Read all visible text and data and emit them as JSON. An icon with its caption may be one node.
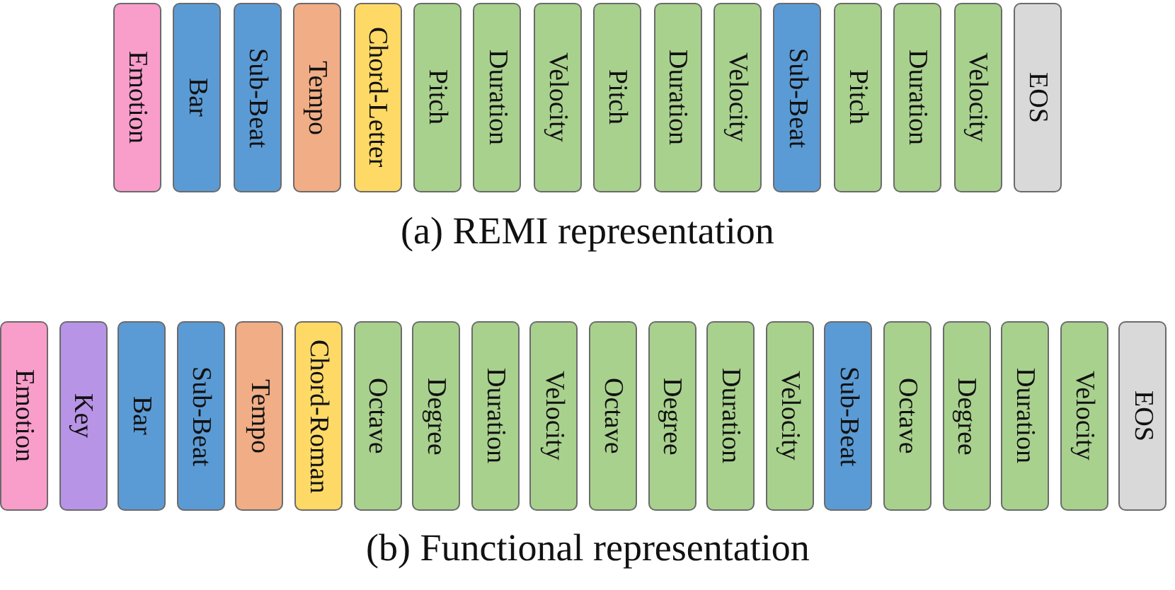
{
  "diagram": {
    "nodes": [
      {
        "text": [
          "Emotion"
        ]
      },
      {
        "text": [
          "Bar"
        ]
      },
      {
        "text": [
          "Sub-Beat"
        ]
      },
      {
        "text": [
          "Tempo"
        ]
      },
      {
        "text": [
          "Chord-Letter"
        ]
      },
      {
        "text": [
          "Pitch"
        ]
      },
      {
        "text": [
          "Duration"
        ]
      },
      {
        "text": [
          "Velocity"
        ]
      },
      {
        "text": [
          "Pitch"
        ]
      },
      {
        "text": [
          "Duration"
        ]
      },
      {
        "text": [
          "Velocity"
        ]
      },
      {
        "text": [
          "Sub-Beat"
        ]
      },
      {
        "text": [
          "Pitch"
        ]
      },
      {
        "text": [
          "Duration"
        ]
      },
      {
        "text": [
          "Velocity"
        ]
      },
      {
        "text": [
          "EOS"
        ]
      },
      {
        "text": [
          "Emotion"
        ]
      },
      {
        "text": [
          "Key"
        ]
      },
      {
        "text": [
          "Bar"
        ]
      },
      {
        "text": [
          "Sub-Beat"
        ]
      },
      {
        "text": [
          "Tempo"
        ]
      },
      {
        "text": [
          "Chord-Roman"
        ]
      },
      {
        "text": [
          "Octave"
        ]
      },
      {
        "text": [
          "Degree"
        ]
      },
      {
        "text": [
          "Duration"
        ]
      },
      {
        "text": [
          "Velocity"
        ]
      },
      {
        "text": [
          "Octave"
        ]
      },
      {
        "text": [
          "Degree"
        ]
      },
      {
        "text": [
          "Duration"
        ]
      },
      {
        "text": [
          "Velocity"
        ]
      },
      {
        "text": [
          "Sub-Beat"
        ]
      },
      {
        "text": [
          "Octave"
        ]
      },
      {
        "text": [
          "Degree"
        ]
      },
      {
        "text": [
          "Duration"
        ]
      },
      {
        "text": [
          "Velocity"
        ]
      },
      {
        "text": [
          "EOS"
        ]
      }
    ],
    "labels": [
      "(a) REMI representation",
      "(b) Functional representation"
    ]
  }
}
